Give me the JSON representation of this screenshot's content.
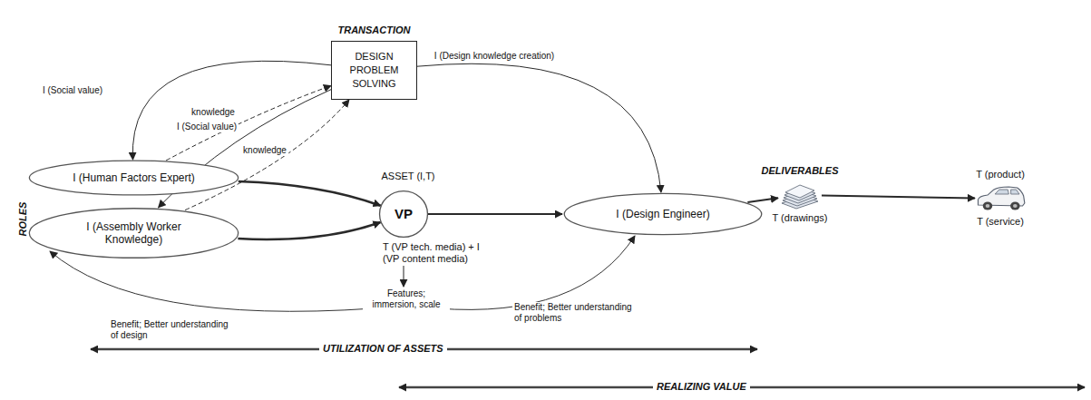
{
  "diagram": {
    "nodes": [
      {
        "text": [
          "TRANSACTION",
          "DESIGN PROBLEM SOLVING"
        ]
      },
      {
        "text": [
          "I (Human Factors Expert)"
        ]
      },
      {
        "text": [
          "I (Assembly Worker Knowledge)"
        ]
      },
      {
        "text": [
          "VP"
        ]
      },
      {
        "text": [
          "I (Design Engineer)"
        ]
      },
      {
        "text": [
          "DELIVERABLES",
          "T (drawings)"
        ]
      },
      {
        "text": [
          "T (product)",
          "T (service)"
        ]
      }
    ],
    "edges": [
      {
        "from": 0,
        "to": 1,
        "label": "I (Social value)",
        "arrow": "to"
      },
      {
        "from": 1,
        "to": 0,
        "label": "knowledge",
        "arrow": "to"
      },
      {
        "from": 0,
        "to": 2,
        "label": "I (Social value)",
        "arrow": "to"
      },
      {
        "from": 2,
        "to": 0,
        "label": "knowledge",
        "arrow": "to"
      },
      {
        "from": 0,
        "to": 4,
        "label": "I (Design knowledge creation)",
        "arrow": "to"
      },
      {
        "from": 1,
        "to": 3,
        "arrow": "to"
      },
      {
        "from": 2,
        "to": 3,
        "arrow": "to"
      },
      {
        "from": 3,
        "to": 4,
        "arrow": "to"
      },
      {
        "from": 4,
        "to": 5,
        "arrow": "to"
      },
      {
        "from": 5,
        "to": 6,
        "arrow": "to"
      }
    ],
    "labels": [
      "ASSET (I,T)",
      "T (VP tech. media) + I (VP content media)",
      "Features; immersion, scale",
      "Benefit; Better understanding of design",
      "Benefit; Better understanding of problems",
      "ROLES",
      "UTILIZATION OF ASSETS",
      "REALIZING VALUE"
    ]
  }
}
